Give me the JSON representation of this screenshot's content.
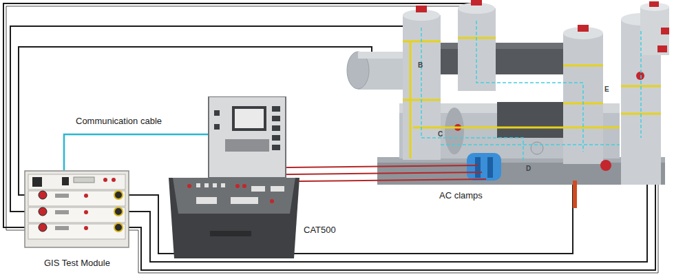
{
  "diagram": {
    "nodes": [
      {
        "text": [
          "GIS Test Module"
        ]
      },
      {
        "text": [
          "CAT500"
        ]
      }
    ],
    "edges": [
      {
        "from": 0,
        "to": 1,
        "arrow": "none",
        "label": "Communication cable"
      }
    ],
    "labels": [
      "B",
      "C",
      "D",
      "E",
      "AC clamps"
    ]
  }
}
